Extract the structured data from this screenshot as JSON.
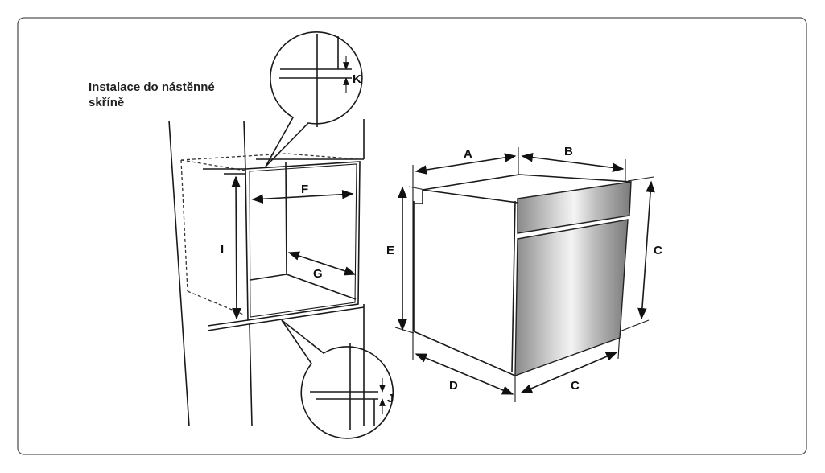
{
  "title": {
    "line1": "Instalace do nástěnné",
    "line2": "skříně"
  },
  "dimensions": {
    "A": "A",
    "B": "B",
    "C_height": "C",
    "C_width": "C",
    "D": "D",
    "E": "E",
    "F": "F",
    "G": "G",
    "I": "I",
    "J": "J",
    "K": "K"
  }
}
